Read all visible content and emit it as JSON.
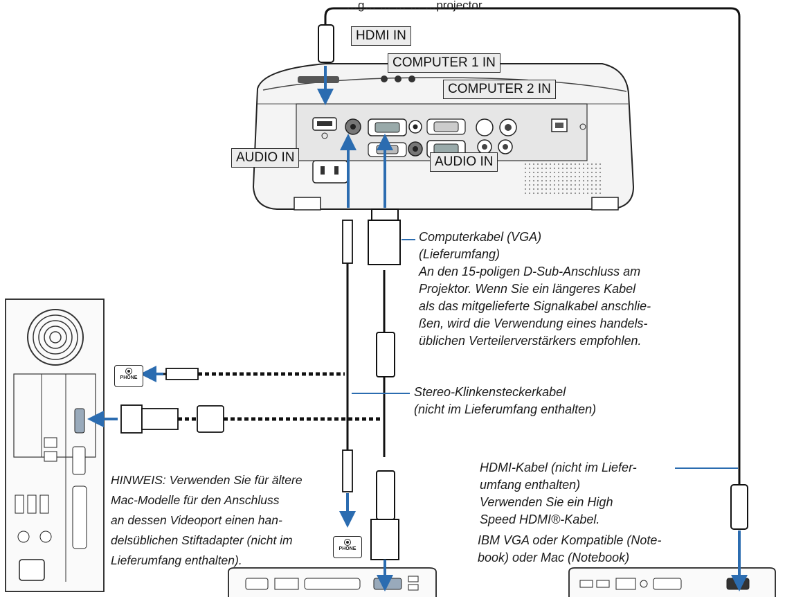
{
  "top_caption_partial": "…g… … … … …projector",
  "port_labels": {
    "hdmi_in": "HDMI IN",
    "computer1_in": "COMPUTER 1 IN",
    "computer2_in": "COMPUTER 2 IN",
    "audio_in_left": "AUDIO IN",
    "audio_in_right": "AUDIO IN"
  },
  "phone_jack_label": "PHONE",
  "computer_cable_note": [
    "Computerkabel (VGA)",
    "(Lieferumfang)",
    "An den 15-poligen D-Sub-Anschluss am",
    "Projektor. Wenn Sie ein längeres Kabel",
    "als das mitgelieferte Signalkabel anschlie-",
    "ßen, wird die Verwendung eines handels-",
    "üblichen Verteilerverstärkers empfohlen."
  ],
  "stereo_cable_note": [
    "Stereo-Klinkensteckerkabel",
    "(nicht im Lieferumfang enthalten)"
  ],
  "hdmi_cable_note": [
    "HDMI-Kabel (nicht im Liefer-",
    "umfang enthalten)",
    "Verwenden Sie ein High",
    "Speed HDMI®-Kabel."
  ],
  "notebook_note": [
    "IBM VGA oder Kompatible (Note-",
    "book) oder Mac (Notebook)"
  ],
  "hinweis_note": [
    "HINWEIS: Verwenden Sie für ältere",
    "Mac-Modelle für den Anschluss",
    "an dessen Videoport einen han-",
    "delsüblichen Stiftadapter (nicht im",
    "Lieferumfang enthalten)."
  ],
  "colors": {
    "arrow_blue": "#2b6cb0",
    "label_fill": "#ececec",
    "cable": "#1a1a1a"
  }
}
